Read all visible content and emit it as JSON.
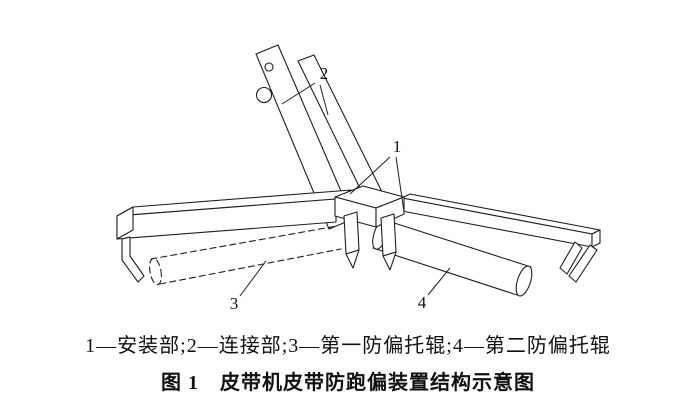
{
  "figure": {
    "parts": [
      {
        "number": "1",
        "name": "安装部"
      },
      {
        "number": "2",
        "name": "连接部"
      },
      {
        "number": "3",
        "name": "第一防偏托辊"
      },
      {
        "number": "4",
        "name": "第二防偏托辊"
      }
    ],
    "legend": "1—安装部;2—连接部;3—第一防偏托辊;4—第二防偏托辊",
    "title": "图 1　皮带机皮带防跑偏装置结构示意图",
    "line_color": "#1f1f1f",
    "background": "#ffffff"
  }
}
